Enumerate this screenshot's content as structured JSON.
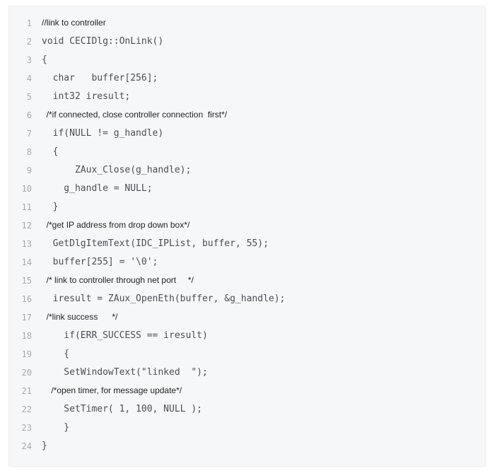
{
  "lines": [
    {
      "n": "1",
      "text": "//link to controller",
      "type": "comment"
    },
    {
      "n": "2",
      "text": "void CECIDlg::OnLink()",
      "type": "code"
    },
    {
      "n": "3",
      "text": "{",
      "type": "code"
    },
    {
      "n": "4",
      "text": "  char   buffer[256];",
      "type": "code"
    },
    {
      "n": "5",
      "text": "  int32 iresult;",
      "type": "code"
    },
    {
      "n": "6",
      "text": "  /*if connected, close controller connection  first*/",
      "type": "comment"
    },
    {
      "n": "7",
      "text": "  if(NULL != g_handle)",
      "type": "code"
    },
    {
      "n": "8",
      "text": "  {",
      "type": "code"
    },
    {
      "n": "9",
      "text": "      ZAux_Close(g_handle);",
      "type": "code"
    },
    {
      "n": "10",
      "text": "    g_handle = NULL;",
      "type": "code"
    },
    {
      "n": "11",
      "text": "  }",
      "type": "code"
    },
    {
      "n": "12",
      "text": "  /*get IP address from drop down box*/",
      "type": "comment"
    },
    {
      "n": "13",
      "text": "  GetDlgItemText(IDC_IPList, buffer, 55);",
      "type": "code"
    },
    {
      "n": "14",
      "text": "  buffer[255] = '\\0';",
      "type": "code"
    },
    {
      "n": "15",
      "text": "  /* link to controller through net port     */",
      "type": "comment"
    },
    {
      "n": "16",
      "text": "  iresult = ZAux_OpenEth(buffer, &g_handle);",
      "type": "code"
    },
    {
      "n": "17",
      "text": "  /*link success      */",
      "type": "comment"
    },
    {
      "n": "18",
      "text": "    if(ERR_SUCCESS == iresult)",
      "type": "code"
    },
    {
      "n": "19",
      "text": "    {",
      "type": "code"
    },
    {
      "n": "20",
      "text": "    SetWindowText(\"linked  \");",
      "type": "code"
    },
    {
      "n": "21",
      "text": "    /*open timer, for message update*/",
      "type": "comment"
    },
    {
      "n": "22",
      "text": "    SetTimer( 1, 100, NULL );",
      "type": "code"
    },
    {
      "n": "23",
      "text": "    }",
      "type": "code"
    },
    {
      "n": "24",
      "text": "}",
      "type": "code"
    }
  ]
}
